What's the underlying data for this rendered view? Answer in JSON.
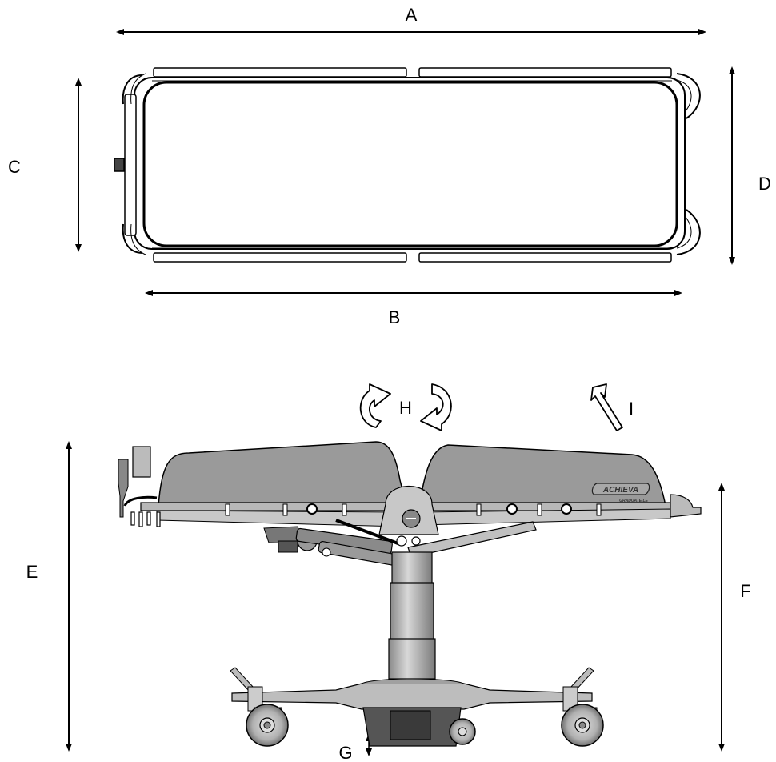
{
  "dimensions": {
    "A": "A",
    "B": "B",
    "C": "C",
    "D": "D",
    "E": "E",
    "F": "F",
    "G": "G",
    "H": "H",
    "I": "I"
  },
  "branding": {
    "logo_text": "ACHIEVA",
    "logo_subtext": "GRADUATE LE"
  },
  "colors": {
    "line": "#000000",
    "panel_fill": "#9a9a9a",
    "metal_fill": "#c8c8c8",
    "dark_fill": "#555555"
  }
}
